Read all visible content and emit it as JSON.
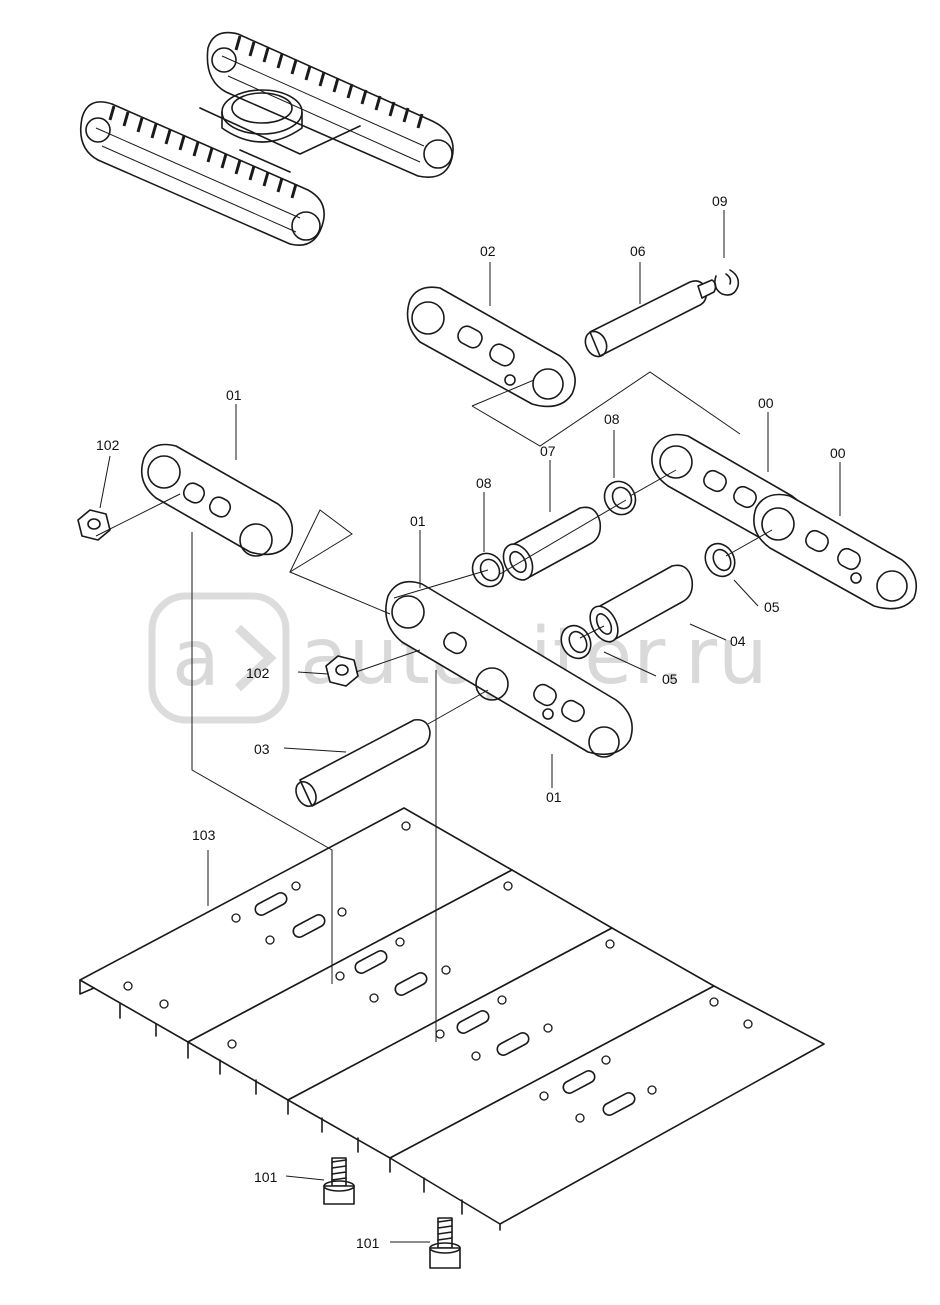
{
  "watermark": {
    "text": "autopiter.ru",
    "logo_glyph": "a"
  },
  "callouts": [
    {
      "id": "c-09",
      "text": "09"
    },
    {
      "id": "c-02",
      "text": "02"
    },
    {
      "id": "c-06",
      "text": "06"
    },
    {
      "id": "c-01a",
      "text": "01"
    },
    {
      "id": "c-102a",
      "text": "102"
    },
    {
      "id": "c-00a",
      "text": "00"
    },
    {
      "id": "c-00b",
      "text": "00"
    },
    {
      "id": "c-08a",
      "text": "08"
    },
    {
      "id": "c-07",
      "text": "07"
    },
    {
      "id": "c-08b",
      "text": "08"
    },
    {
      "id": "c-01b",
      "text": "01"
    },
    {
      "id": "c-05a",
      "text": "05"
    },
    {
      "id": "c-04",
      "text": "04"
    },
    {
      "id": "c-102b",
      "text": "102"
    },
    {
      "id": "c-05b",
      "text": "05"
    },
    {
      "id": "c-03",
      "text": "03"
    },
    {
      "id": "c-01c",
      "text": "01"
    },
    {
      "id": "c-103",
      "text": "103"
    },
    {
      "id": "c-101a",
      "text": "101"
    },
    {
      "id": "c-101b",
      "text": "101"
    }
  ]
}
